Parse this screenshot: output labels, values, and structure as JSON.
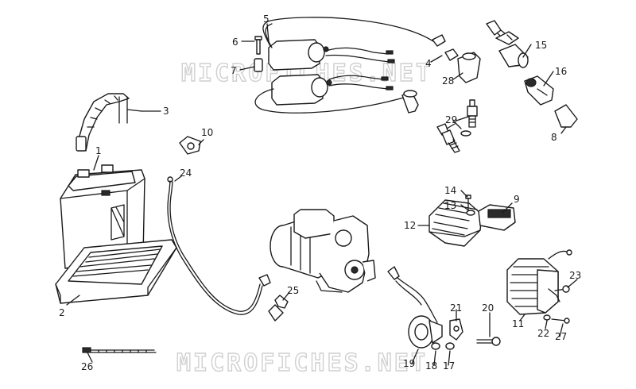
{
  "watermark": {
    "top": "MICROFICHES.NET",
    "bottom": "MICROFICHES.NET"
  },
  "callouts": {
    "c1": "1",
    "c2": "2",
    "c3": "3",
    "c4": "4",
    "c5": "5",
    "c6": "6",
    "c7": "7",
    "c8": "8",
    "c9": "9",
    "c10": "10",
    "c11": "11",
    "c12": "12",
    "c13": "13",
    "c14": "14",
    "c15": "15",
    "c16": "16",
    "c17": "17",
    "c18": "18",
    "c19": "19",
    "c20": "20",
    "c21": "21",
    "c22": "22",
    "c23": "23",
    "c24": "24",
    "c25": "25",
    "c26": "26",
    "c27": "27",
    "c28": "28",
    "c29": "29"
  }
}
